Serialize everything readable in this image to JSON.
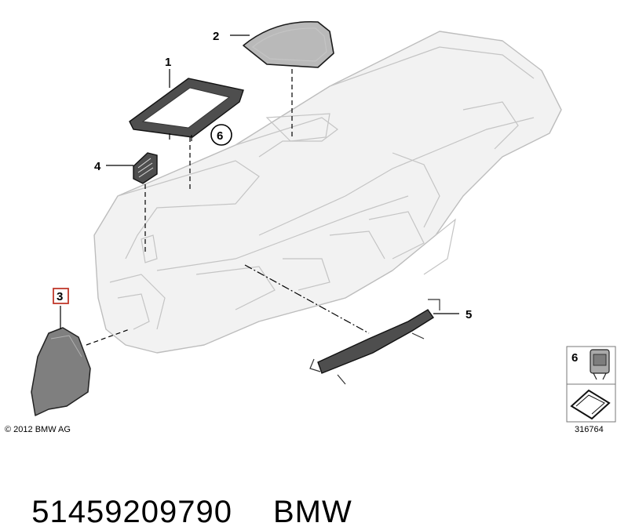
{
  "callouts": {
    "c1": "1",
    "c2": "2",
    "c3": "3",
    "c4": "4",
    "c5": "5",
    "c6": "6"
  },
  "legend": {
    "item_number": "6"
  },
  "copyright": "© 2012 BMW AG",
  "diagram_number": "316764",
  "footer": {
    "part_number": "51459209790",
    "brand": "BMW"
  },
  "colors": {
    "highlight_box": "#c0392b",
    "ghost_fill": "#f2f2f2",
    "part_fill": "#b9b9b9"
  }
}
